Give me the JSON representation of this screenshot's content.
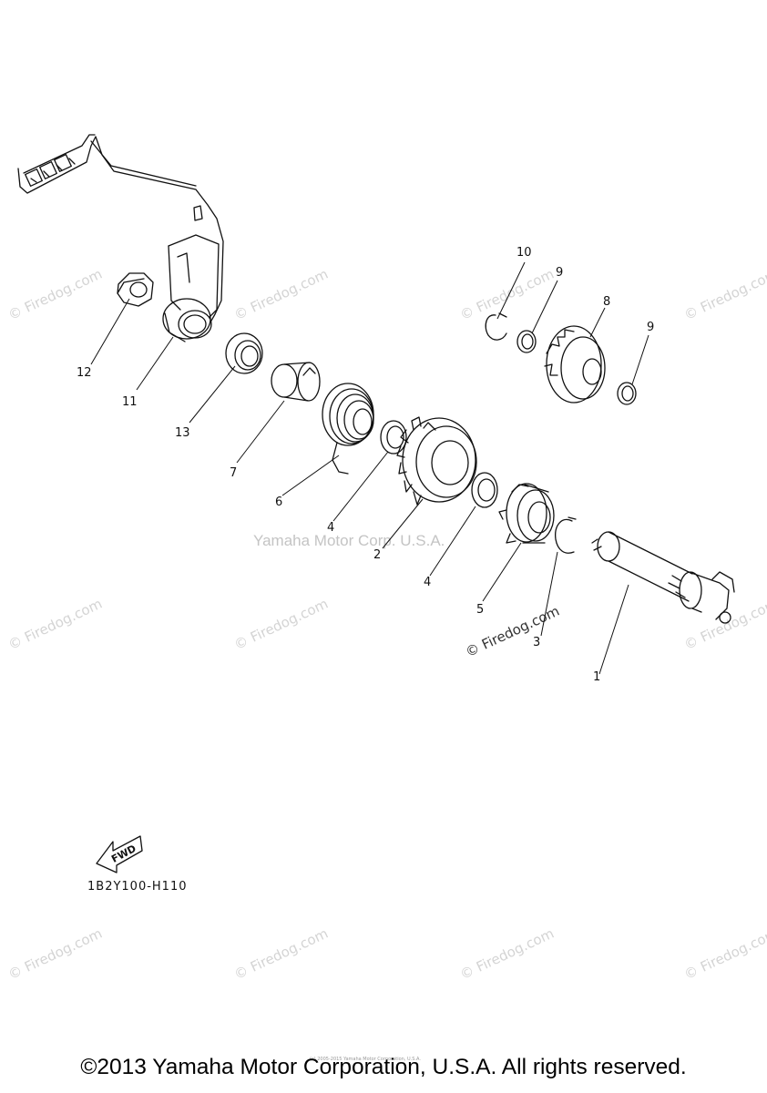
{
  "watermarks": {
    "site": "© Firedog.com",
    "corp": "Yamaha Motor Corp. U.S.A."
  },
  "callouts": [
    "1",
    "2",
    "3",
    "4",
    "4",
    "5",
    "6",
    "7",
    "8",
    "9",
    "9",
    "10",
    "11",
    "12",
    "13"
  ],
  "fwd_label": "FWD",
  "catalog_code": "1B2Y100-H110",
  "copyright": "©2013 Yamaha Motor Corporation, U.S.A. All rights reserved.",
  "tiny_note": "(c) 2005-2015 Yamaha Motor Corporation, U.S.A."
}
